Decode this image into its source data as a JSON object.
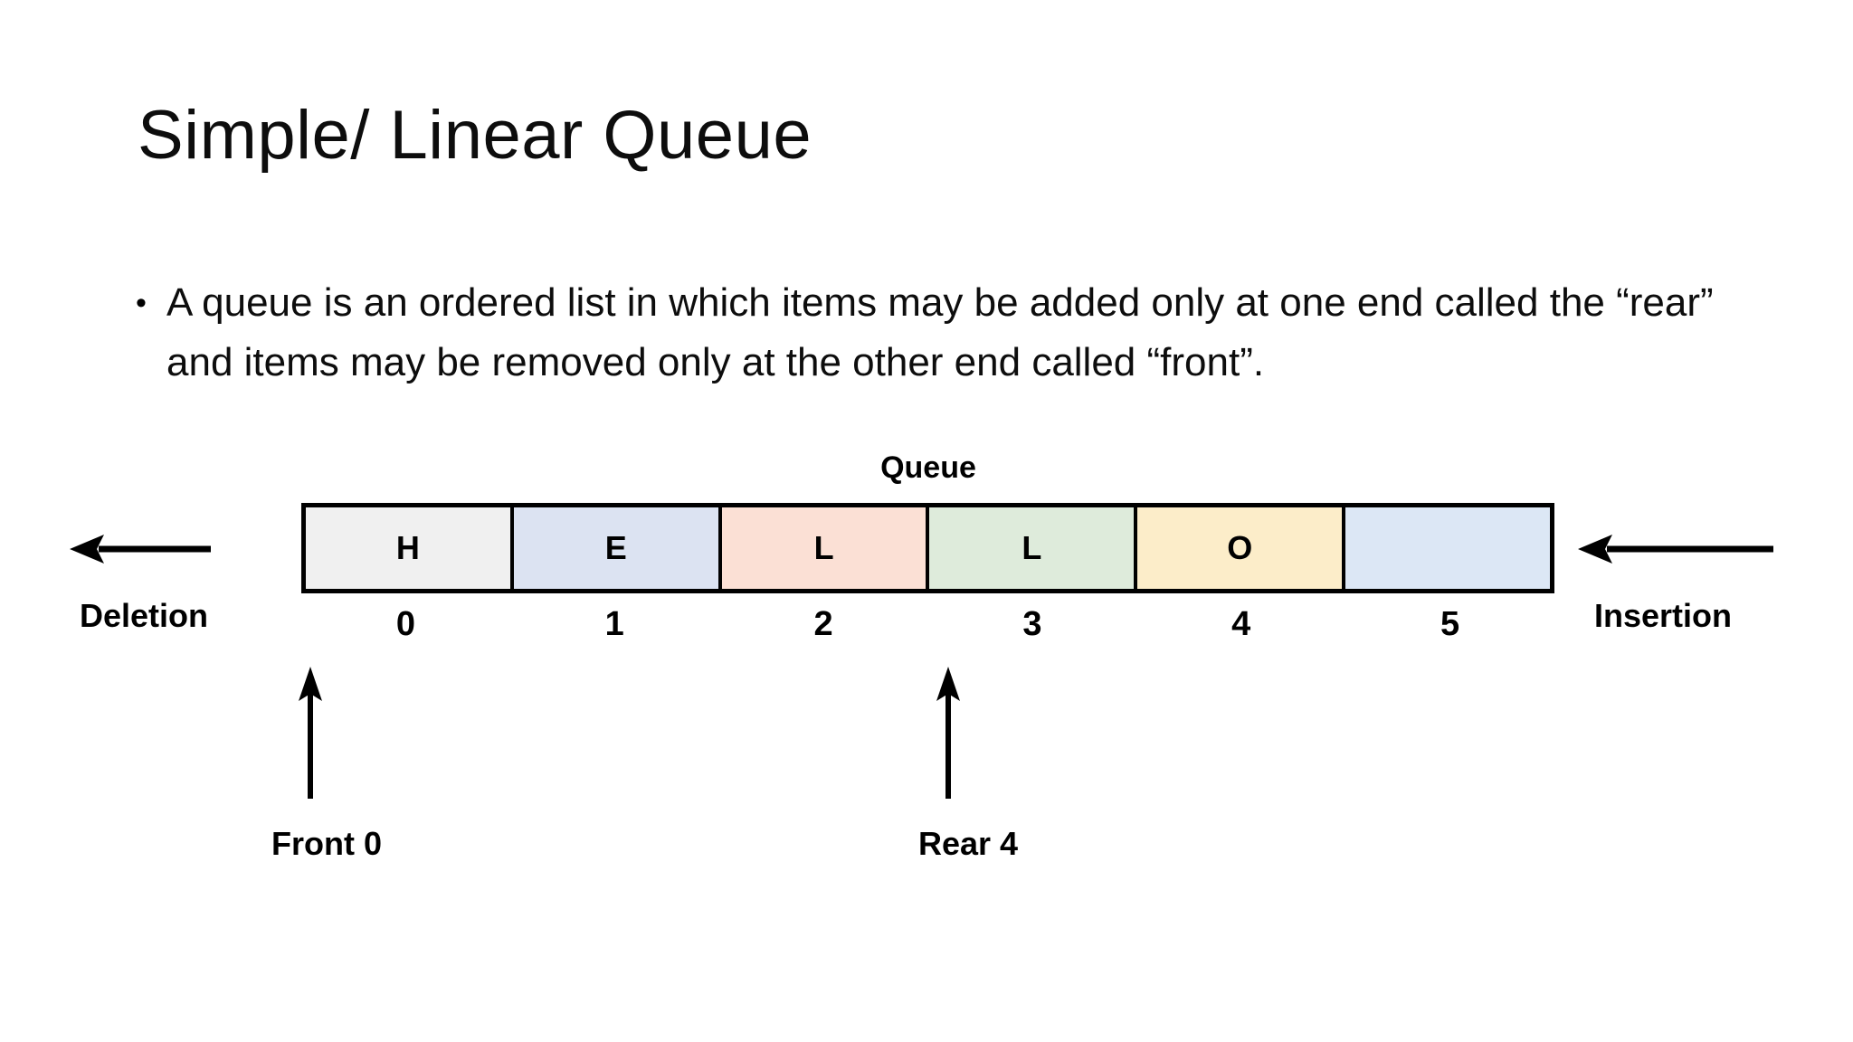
{
  "slide": {
    "title": "Simple/ Linear Queue",
    "bullet": {
      "marker": "•",
      "text": "A queue is an ordered list in which items may be added only at one end called the “rear” and items may be removed only at the other end called “front”."
    }
  },
  "diagram": {
    "caption": "Queue",
    "cells": [
      {
        "index": "0",
        "value": "H",
        "color": "#F0F0F0"
      },
      {
        "index": "1",
        "value": "E",
        "color": "#DCE3F2"
      },
      {
        "index": "2",
        "value": "L",
        "color": "#FBE0D5"
      },
      {
        "index": "3",
        "value": "L",
        "color": "#DEEBDB"
      },
      {
        "index": "4",
        "value": "O",
        "color": "#FCEDC9"
      },
      {
        "index": "5",
        "value": "",
        "color": "#DCE7F5"
      }
    ],
    "left_label": "Deletion",
    "right_label": "Insertion",
    "front_label": "Front 0",
    "rear_label": "Rear 4",
    "icons": {
      "deletion_arrow": "arrow-left-icon",
      "insertion_arrow": "arrow-left-icon",
      "front_pointer": "arrow-up-icon",
      "rear_pointer": "arrow-up-icon"
    },
    "colors": {
      "stroke": "#000000",
      "background": "#FFFFFF"
    }
  }
}
